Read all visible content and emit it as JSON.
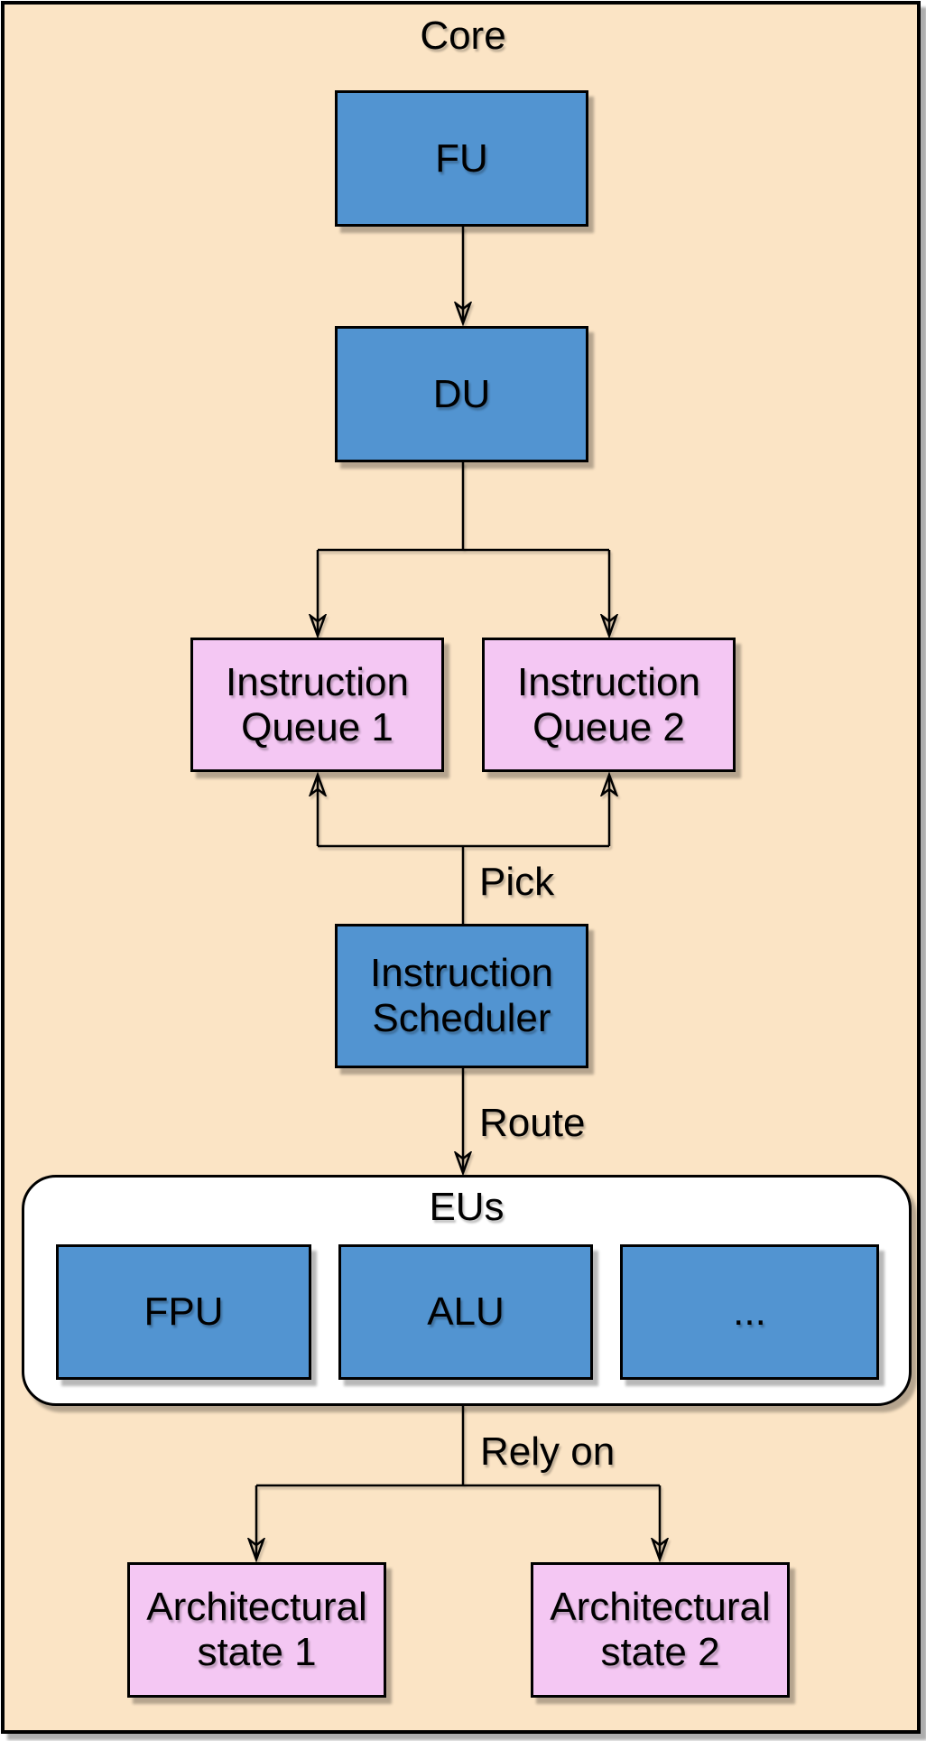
{
  "diagram": {
    "title": "Core",
    "nodes": {
      "fu": {
        "label": "FU",
        "type": "unit"
      },
      "du": {
        "label": "DU",
        "type": "unit"
      },
      "iq1": {
        "label": "Instruction Queue 1",
        "type": "queue"
      },
      "iq2": {
        "label": "Instruction Queue 2",
        "type": "queue"
      },
      "scheduler": {
        "label": "Instruction Scheduler",
        "type": "unit"
      },
      "fpu": {
        "label": "FPU",
        "type": "unit"
      },
      "alu": {
        "label": "ALU",
        "type": "unit"
      },
      "more_eus": {
        "label": "...",
        "type": "unit"
      },
      "arch1": {
        "label": "Architectural state 1",
        "type": "state"
      },
      "arch2": {
        "label": "Architectural state 2",
        "type": "state"
      }
    },
    "groups": {
      "eus": {
        "title": "EUs",
        "children": [
          "fpu",
          "alu",
          "more_eus"
        ]
      }
    },
    "edge_labels": {
      "pick": "Pick",
      "route": "Route",
      "rely": "Rely on"
    },
    "edges": [
      {
        "from": "fu",
        "to": "du",
        "label": ""
      },
      {
        "from": "du",
        "to": "iq1",
        "label": ""
      },
      {
        "from": "du",
        "to": "iq2",
        "label": ""
      },
      {
        "from": "scheduler",
        "to": "iq1",
        "label": "Pick"
      },
      {
        "from": "scheduler",
        "to": "iq2",
        "label": "Pick"
      },
      {
        "from": "scheduler",
        "to": "eus",
        "label": "Route"
      },
      {
        "from": "eus",
        "to": "arch1",
        "label": "Rely on"
      },
      {
        "from": "eus",
        "to": "arch2",
        "label": "Rely on"
      }
    ],
    "colors": {
      "background": "#FBE4C5",
      "unit_fill": "#5294D1",
      "queue_fill": "#F4C7F3",
      "container_fill": "#FFFFFF",
      "line": "#000000"
    }
  }
}
